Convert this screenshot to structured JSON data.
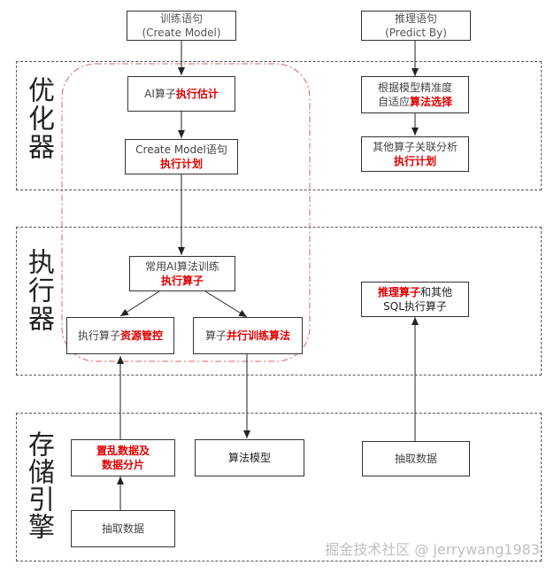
{
  "layers": {
    "optimizer": "优化器",
    "executor": "执行器",
    "storage": "存储引擎"
  },
  "nodes": {
    "train_stmt": [
      "训练语句",
      "(Create Model)"
    ],
    "predict_stmt": [
      "推理语句",
      "(Predict By)"
    ],
    "ai_op": {
      "plain": "AI算子",
      "highlight": "执行估计"
    },
    "create_model": {
      "line1": "Create Model语句",
      "highlight": "执行计划"
    },
    "model_precision": {
      "line1": "根据模型精准度",
      "line2_plain": "自适应",
      "highlight": "算法选择"
    },
    "other_op": {
      "line1": "其他算子关联分析",
      "highlight": "执行计划"
    },
    "common_ai": {
      "line1": "常用AI算法训练",
      "highlight": "执行算子"
    },
    "inference_op": {
      "highlight": "推理算子",
      "plain": "和其他",
      "line2": "SQL执行算子"
    },
    "resource_ctrl": {
      "plain": "执行算子",
      "highlight": "资源管控"
    },
    "parallel_train": {
      "plain": "算子",
      "highlight": "并行训练算法"
    },
    "shuffle": [
      "置乱数据及",
      "数据分片"
    ],
    "algo_model": "算法模型",
    "extract_right": "抽取数据",
    "extract_left": "抽取数据"
  },
  "watermark": "掘金技术社区 @ jerrywang1983"
}
